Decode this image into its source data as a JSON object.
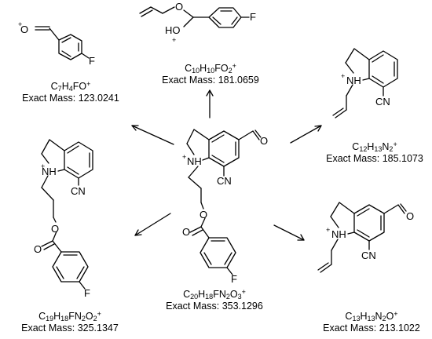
{
  "fragments": [
    {
      "id": "parent",
      "formula": {
        "C": "20",
        "H": "18",
        "F": "",
        "N": "2",
        "O": "3",
        "charge": "+"
      },
      "mass_label": "Exact Mass:",
      "mass": "353.1296"
    },
    {
      "id": "acylium",
      "formula": {
        "C": "7",
        "H": "4",
        "F": "",
        "O": "",
        "charge": "+"
      },
      "mass_label": "Exact Mass:",
      "mass": "123.0241"
    },
    {
      "id": "allyl-ester",
      "formula": {
        "C": "10",
        "H": "10",
        "F": "",
        "O": "2",
        "charge": "+"
      },
      "mass_label": "Exact Mass:",
      "mass": "181.0659"
    },
    {
      "id": "allyl-indoline-cn",
      "formula": {
        "C": "12",
        "H": "13",
        "N": "2",
        "charge": "+"
      },
      "mass_label": "Exact Mass:",
      "mass": "185.1073"
    },
    {
      "id": "deformyl",
      "formula": {
        "C": "19",
        "H": "18",
        "F": "",
        "N": "2",
        "O": "2",
        "charge": "+"
      },
      "mass_label": "Exact Mass:",
      "mass": "325.1347"
    },
    {
      "id": "allyl-indoline-cho",
      "formula": {
        "C": "13",
        "H": "13",
        "N": "2",
        "O": "",
        "charge": "+"
      },
      "mass_label": "Exact Mass:",
      "mass": "213.1022"
    }
  ],
  "atoms": {
    "F": "F",
    "O": "O",
    "HO": "HO",
    "NH": "NH",
    "CN": "CN",
    "plus": "+"
  }
}
